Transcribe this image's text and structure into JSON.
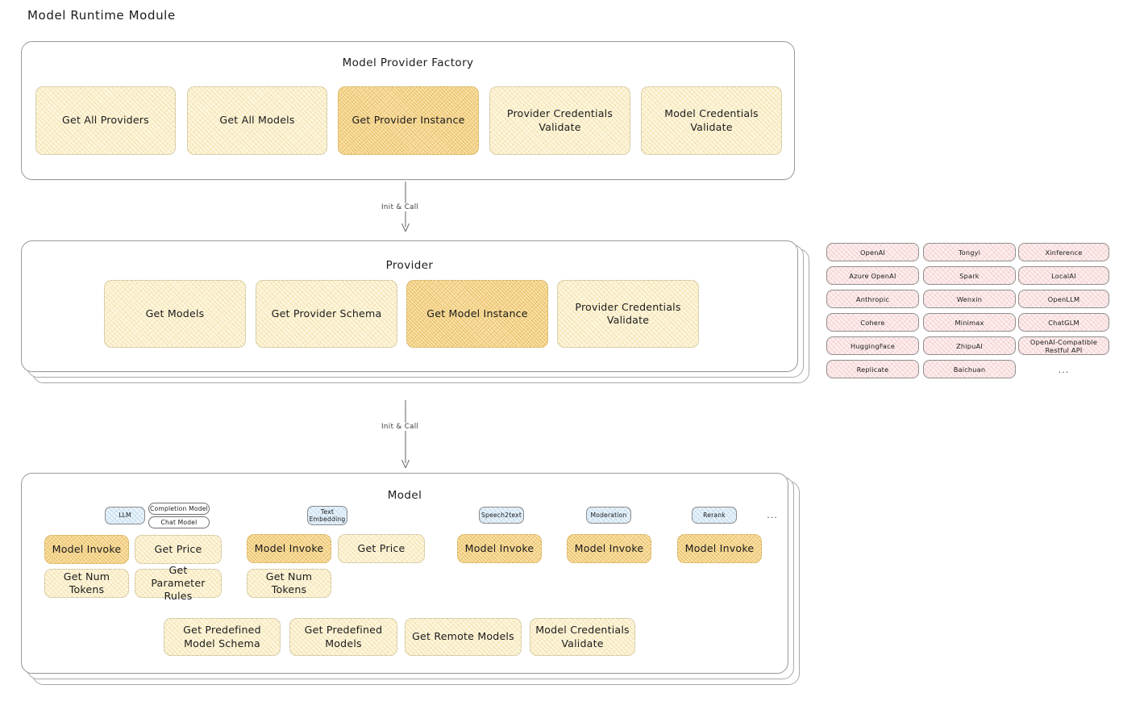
{
  "page": {
    "title": "Model Runtime Module"
  },
  "sections": {
    "factory": {
      "title": "Model Provider Factory",
      "nodes": [
        {
          "label": "Get All Providers",
          "highlight": false
        },
        {
          "label": "Get All Models",
          "highlight": false
        },
        {
          "label": "Get Provider Instance",
          "highlight": true
        },
        {
          "label": "Provider Credentials Validate",
          "highlight": false
        },
        {
          "label": "Model Credentials Validate",
          "highlight": false
        }
      ]
    },
    "provider": {
      "title": "Provider",
      "nodes": [
        {
          "label": "Get Models",
          "highlight": false
        },
        {
          "label": "Get Provider Schema",
          "highlight": false
        },
        {
          "label": "Get Model Instance",
          "highlight": true
        },
        {
          "label": "Provider Credentials Validate",
          "highlight": false
        }
      ]
    },
    "model": {
      "title": "Model",
      "types": [
        {
          "name": "LLM",
          "subtypes": [
            "Completion Model",
            "Chat Model"
          ],
          "methods": [
            {
              "label": "Model Invoke",
              "highlight": true
            },
            {
              "label": "Get Price",
              "highlight": false
            },
            {
              "label": "Get Num Tokens",
              "highlight": false
            },
            {
              "label": "Get Parameter Rules",
              "highlight": false
            }
          ]
        },
        {
          "name": "Text Embedding",
          "subtypes": [],
          "methods": [
            {
              "label": "Model Invoke",
              "highlight": true
            },
            {
              "label": "Get Price",
              "highlight": false
            },
            {
              "label": "Get Num Tokens",
              "highlight": false
            }
          ]
        },
        {
          "name": "Speech2text",
          "subtypes": [],
          "methods": [
            {
              "label": "Model Invoke",
              "highlight": true
            }
          ]
        },
        {
          "name": "Moderation",
          "subtypes": [],
          "methods": [
            {
              "label": "Model Invoke",
              "highlight": true
            }
          ]
        },
        {
          "name": "Rerank",
          "subtypes": [],
          "methods": [
            {
              "label": "Model Invoke",
              "highlight": true
            }
          ]
        }
      ],
      "more": "...",
      "common_methods": [
        {
          "label": "Get Predefined Model Schema"
        },
        {
          "label": "Get Predefined Models"
        },
        {
          "label": "Get Remote Models"
        },
        {
          "label": "Model Credentials Validate"
        }
      ]
    }
  },
  "arrows": [
    {
      "label": "Init & Call"
    },
    {
      "label": "Init & Call"
    }
  ],
  "provider_list": {
    "more": "...",
    "columns": [
      {
        "items": [
          "OpenAI",
          "Azure OpenAI",
          "Anthropic",
          "Cohere",
          "HuggingFace",
          "Replicate"
        ]
      },
      {
        "items": [
          "Tongyi",
          "Spark",
          "Wenxin",
          "Minimax",
          "ZhipuAI",
          "Baichuan"
        ]
      },
      {
        "items": [
          "Xinference",
          "LocalAI",
          "OpenLLM",
          "ChatGLM",
          "OpenAI-Compatible Restful API"
        ]
      }
    ]
  },
  "colors": {
    "node_fill": "#fdf6df",
    "node_highlight_fill": "#fbe3ad",
    "chip_fill": "#fdeeee",
    "badge_fill": "#e9f3fb",
    "panel_border": "#9a9a9a",
    "background": "#ffffff"
  }
}
